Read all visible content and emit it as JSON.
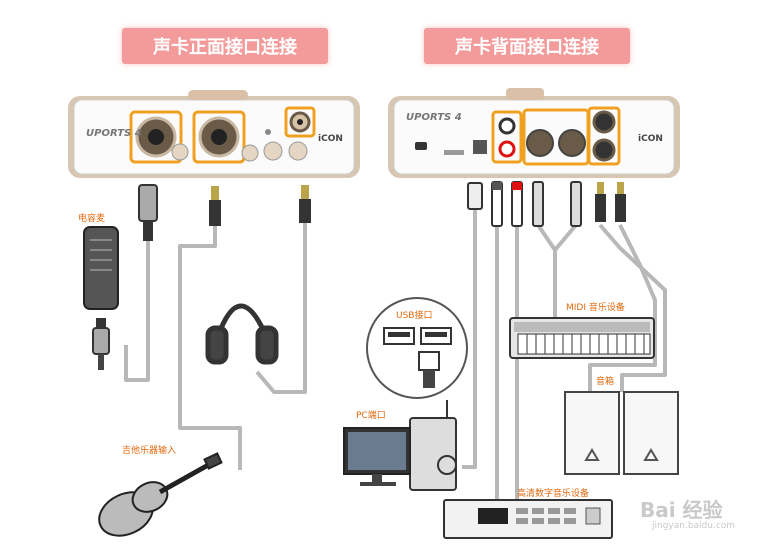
{
  "titles": {
    "front": "声卡正面接口连接",
    "back": "声卡背面接口连接"
  },
  "device": {
    "brand": "UPORTS 4",
    "logo": "iCON"
  },
  "labels": {
    "condenser_mic": "电容麦",
    "guitar_input": "吉他乐器输入",
    "usb_port": "USB接口",
    "pc_port": "PC端口",
    "midi_device": "MIDI 音乐设备",
    "speakers": "音箱",
    "hd_digital_music_device": "高清数字音乐设备"
  },
  "watermark": {
    "logo": "Bai 经验",
    "url": "jingyan.baidu.com"
  },
  "colors": {
    "banner": "#f39b9b",
    "label": "#e06a10",
    "highlight": "#f0a020",
    "cable": "#b5b5b5"
  }
}
